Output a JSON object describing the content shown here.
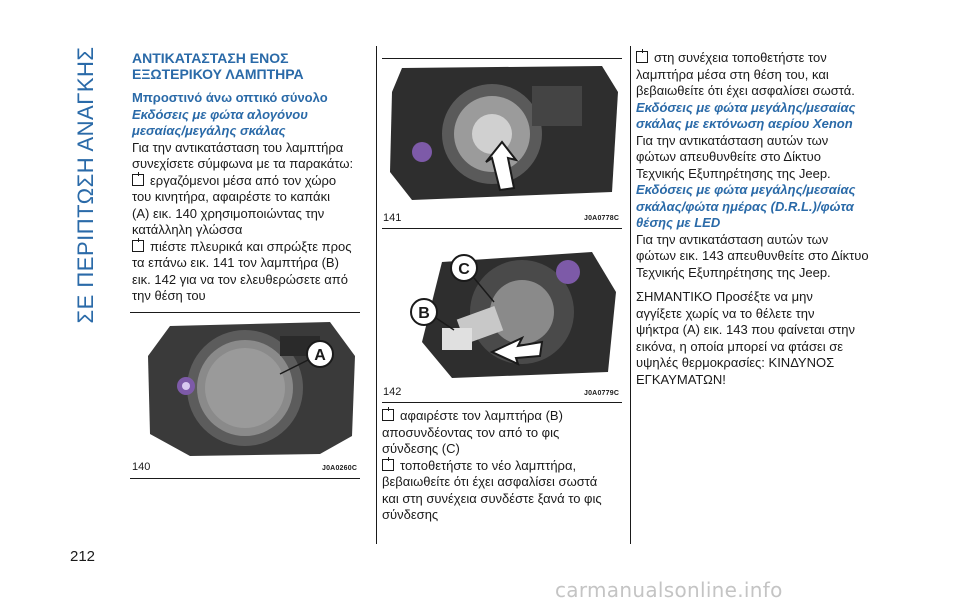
{
  "side_title": "ΣΕ ΠΕΡΙΠΤΩΣΗ ΑΝΑΓΚΗΣ",
  "page_number": "212",
  "col1": {
    "section_title_1": "ΑΝΤΙΚΑΤΑΣΤΑΣΗ ΕΝΟΣ",
    "section_title_2": "ΕΞΩΤΕΡΙΚΟΥ ΛΑΜΠΤΗΡΑ",
    "subheading": "Μπροστινό άνω οπτικό σύνολο",
    "italic_heading_1": "Εκδόσεις με φώτα αλογόνου",
    "italic_heading_2": "μεσαίας/μεγάλης σκάλας",
    "intro_1": "Για την αντικατάσταση του λαμπτήρα",
    "intro_2": "συνεχίσετε σύμφωνα με τα παρακάτω:",
    "b1_1": "εργαζόμενοι μέσα από τον χώρο",
    "b1_2": "του κινητήρα, αφαιρέστε το καπάκι",
    "b1_3": "(A) εικ. 140 χρησιμοποιώντας την",
    "b1_4": "κατάλληλη γλώσσα",
    "b2_1": "πιέστε πλευρικά και σπρώξτε προς",
    "b2_2": "τα επάνω εικ. 141 τον λαμπτήρα (B)",
    "b2_3": "εικ. 142 για να τον ελευθερώσετε από",
    "b2_4": "την θέση του",
    "fig_label": "A",
    "fig_caption": "140",
    "fig_code": "J0A0260C"
  },
  "col2": {
    "fig1_caption": "141",
    "fig1_code": "J0A0778C",
    "fig2_label_b": "B",
    "fig2_label_c": "C",
    "fig2_caption": "142",
    "fig2_code": "J0A0779C",
    "b1_1": "αφαιρέστε τον λαμπτήρα (B)",
    "b1_2": "αποσυνδέοντας τον από το φις",
    "b1_3": "σύνδεσης (C)",
    "b2_1": "τοποθετήστε το νέο λαμπτήρα,",
    "b2_2": "βεβαιωθείτε ότι έχει ασφαλίσει σωστά",
    "b2_3": "και στη συνέχεια συνδέστε ξανά το φις",
    "b2_4": "σύνδεσης"
  },
  "col3": {
    "b1_1": "στη συνέχεια τοποθετήστε τον",
    "b1_2": "λαμπτήρα μέσα στη θέση του, και",
    "b1_3": "βεβαιωθείτε ότι έχει ασφαλίσει σωστά.",
    "h2_1": "Εκδόσεις με φώτα μεγάλης/μεσαίας",
    "h2_2": "σκάλας με εκτόνωση αερίου Xenon",
    "p2_1": "Για την αντικατάσταση αυτών των",
    "p2_2": "φώτων απευθυνθείτε στο Δίκτυο",
    "p2_3": "Τεχνικής Εξυπηρέτησης της Jeep.",
    "h3_1": "Εκδόσεις με φώτα μεγάλης/μεσαίας",
    "h3_2": "σκάλας/φώτα ημέρας (D.R.L.)/φώτα",
    "h3_3": "θέσης με LED",
    "p3_1": "Για την αντικατάσταση αυτών των",
    "p3_2": "φώτων εικ. 143 απευθυνθείτε στο Δίκτυο",
    "p3_3": "Τεχνικής Εξυπηρέτησης της Jeep.",
    "note_1": "ΣΗΜΑΝΤΙΚΟ Προσέξτε να μην",
    "note_2": "αγγίξετε χωρίς να το θέλετε την",
    "note_3": "ψήκτρα (A) εικ. 143 που φαίνεται στην",
    "note_4": "εικόνα, η οποία μπορεί να φτάσει σε",
    "note_5": "υψηλές θερμοκρασίες: ΚΙΝΔΥΝΟΣ",
    "note_6": "ΕΓΚΑΥΜΑΤΩΝ!"
  },
  "watermark": "carmanualsonline.info"
}
